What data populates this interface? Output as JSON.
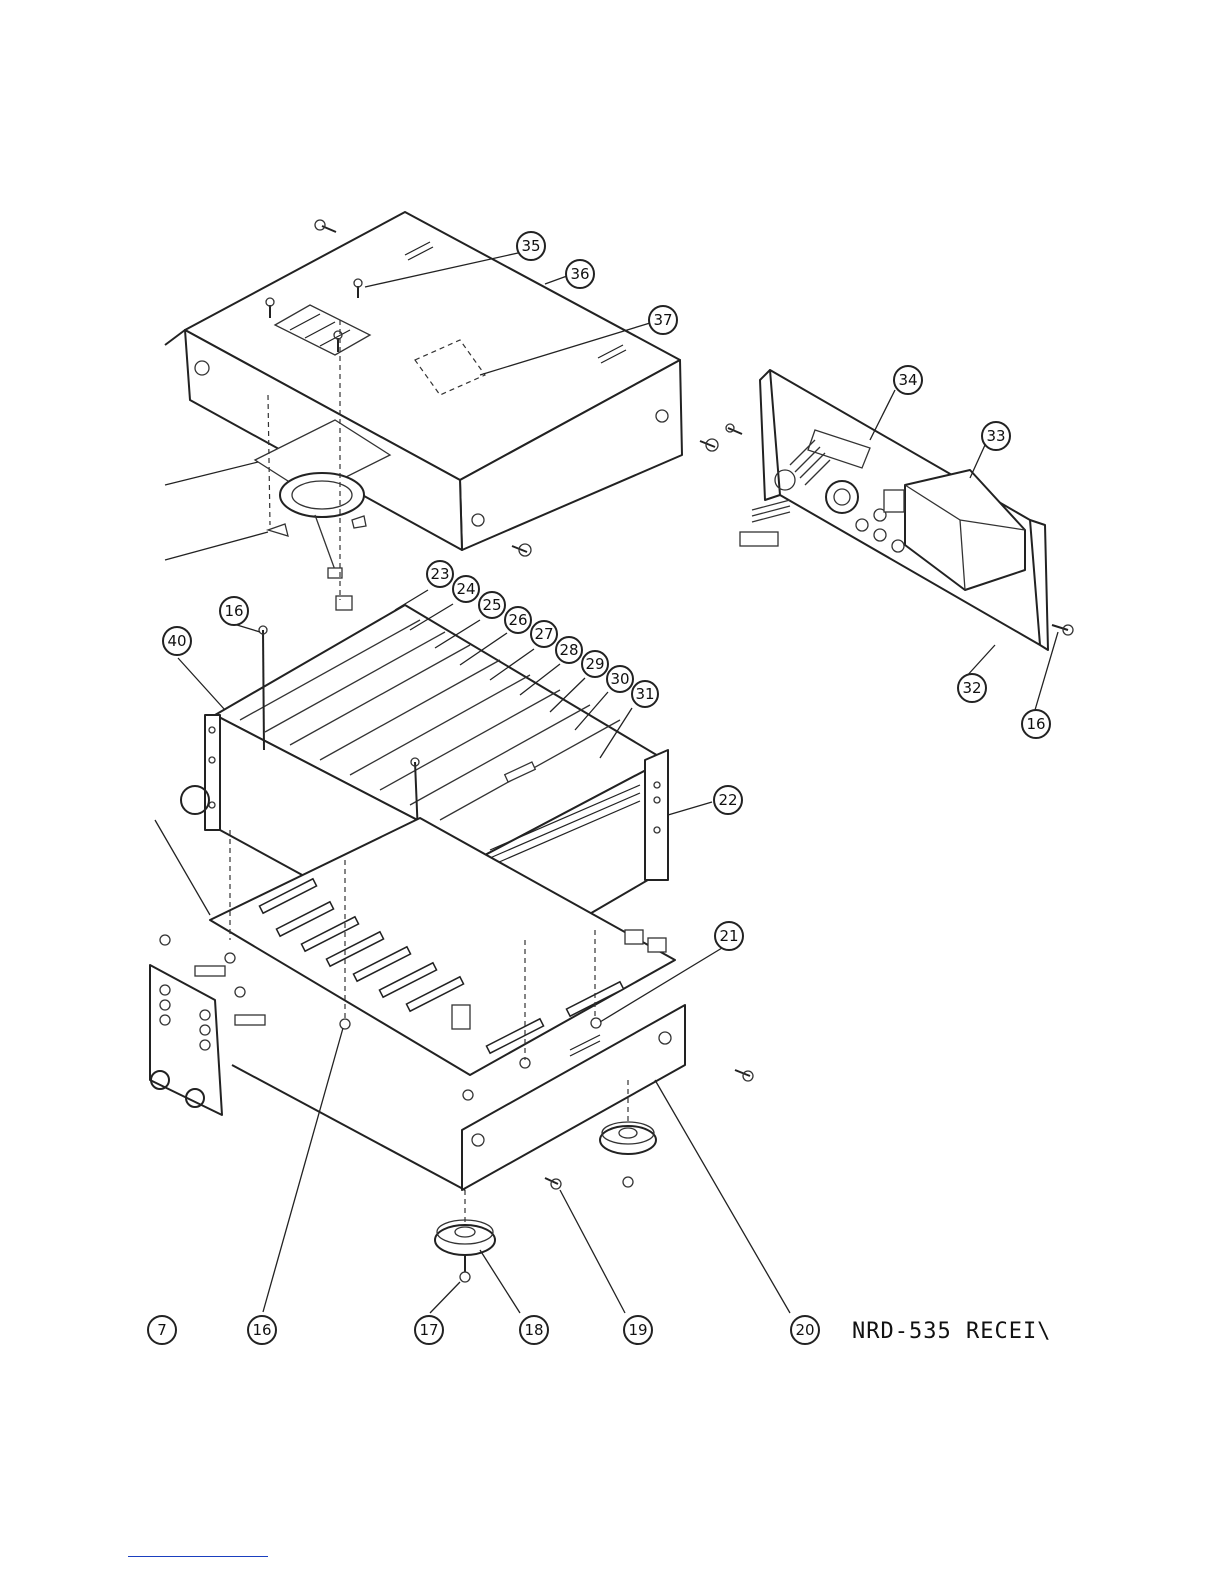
{
  "callouts": {
    "c7": "7",
    "c16a": "16",
    "c16b": "16",
    "c16c": "16",
    "c17": "17",
    "c18": "18",
    "c19": "19",
    "c20": "20",
    "c21": "21",
    "c22": "22",
    "c23": "23",
    "c24": "24",
    "c25": "25",
    "c26": "26",
    "c27": "27",
    "c28": "28",
    "c29": "29",
    "c30": "30",
    "c31": "31",
    "c32": "32",
    "c33": "33",
    "c34": "34",
    "c35": "35",
    "c36": "36",
    "c37": "37",
    "c40": "40"
  },
  "caption": "NRD-535  RECEI\\"
}
